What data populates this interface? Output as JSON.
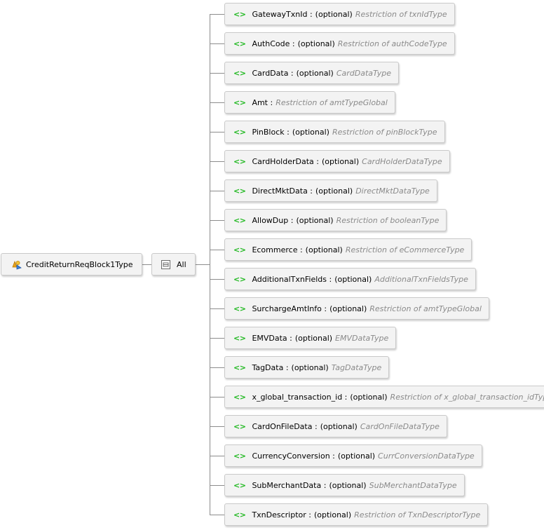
{
  "root": {
    "label": "CreditReturnReqBlock1Type"
  },
  "compositor": {
    "label": "All"
  },
  "elements": [
    {
      "name": "GatewayTxnId :",
      "optional": "(optional)",
      "type": "Restriction of txnIdType"
    },
    {
      "name": "AuthCode :",
      "optional": "(optional)",
      "type": "Restriction of authCodeType"
    },
    {
      "name": "CardData :",
      "optional": "(optional)",
      "type": "CardDataType"
    },
    {
      "name": "Amt :",
      "optional": "",
      "type": "Restriction of amtTypeGlobal"
    },
    {
      "name": "PinBlock :",
      "optional": "(optional)",
      "type": "Restriction of pinBlockType"
    },
    {
      "name": "CardHolderData :",
      "optional": "(optional)",
      "type": "CardHolderDataType"
    },
    {
      "name": "DirectMktData :",
      "optional": "(optional)",
      "type": "DirectMktDataType"
    },
    {
      "name": "AllowDup :",
      "optional": "(optional)",
      "type": "Restriction of booleanType"
    },
    {
      "name": "Ecommerce :",
      "optional": "(optional)",
      "type": "Restriction of eCommerceType"
    },
    {
      "name": "AdditionalTxnFields :",
      "optional": "(optional)",
      "type": "AdditionalTxnFieldsType"
    },
    {
      "name": "SurchargeAmtInfo :",
      "optional": "(optional)",
      "type": "Restriction of amtTypeGlobal"
    },
    {
      "name": "EMVData :",
      "optional": "(optional)",
      "type": "EMVDataType"
    },
    {
      "name": "TagData :",
      "optional": "(optional)",
      "type": "TagDataType"
    },
    {
      "name": "x_global_transaction_id :",
      "optional": "(optional)",
      "type": "Restriction of x_global_transaction_idType"
    },
    {
      "name": "CardOnFileData :",
      "optional": "(optional)",
      "type": "CardOnFileDataType"
    },
    {
      "name": "CurrencyConversion :",
      "optional": "(optional)",
      "type": "CurrConversionDataType"
    },
    {
      "name": "SubMerchantData :",
      "optional": "(optional)",
      "type": "SubMerchantDataType"
    },
    {
      "name": "TxnDescriptor :",
      "optional": "(optional)",
      "type": "Restriction of TxnDescriptorType"
    }
  ]
}
